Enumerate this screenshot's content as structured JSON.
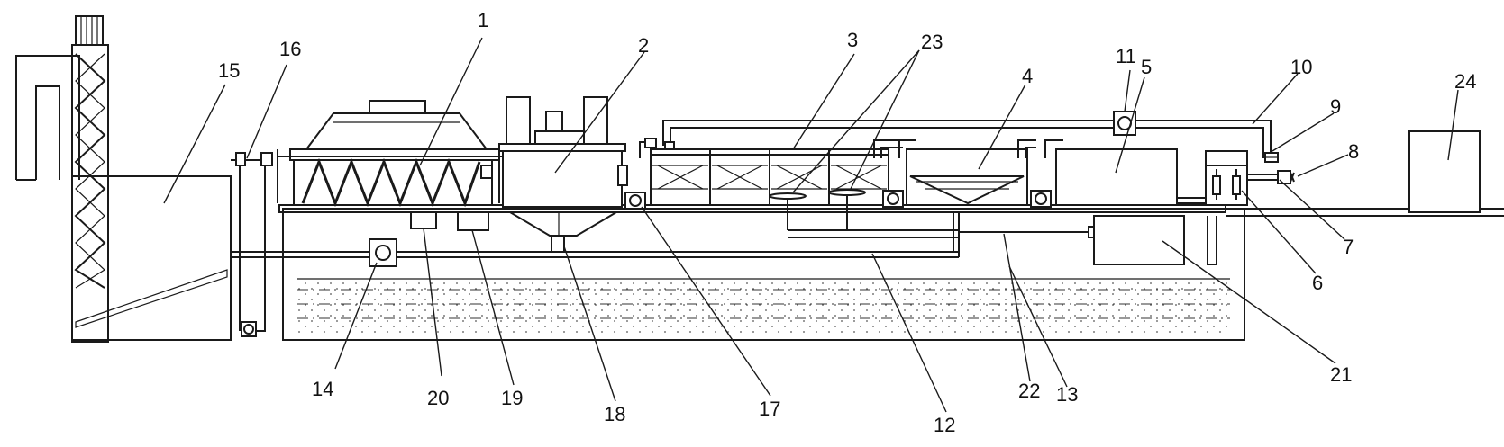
{
  "colors": {
    "line": "#1a1a1a",
    "background": "#ffffff"
  },
  "labels": {
    "l1": "1",
    "l2": "2",
    "l3": "3",
    "l4": "4",
    "l5": "5",
    "l6": "6",
    "l7": "7",
    "l8": "8",
    "l9": "9",
    "l10": "10",
    "l11": "11",
    "l12": "12",
    "l13": "13",
    "l14": "14",
    "l15": "15",
    "l16": "16",
    "l17": "17",
    "l18": "18",
    "l19": "19",
    "l20": "20",
    "l21": "21",
    "l22": "22",
    "l23": "23",
    "l24": "24"
  }
}
